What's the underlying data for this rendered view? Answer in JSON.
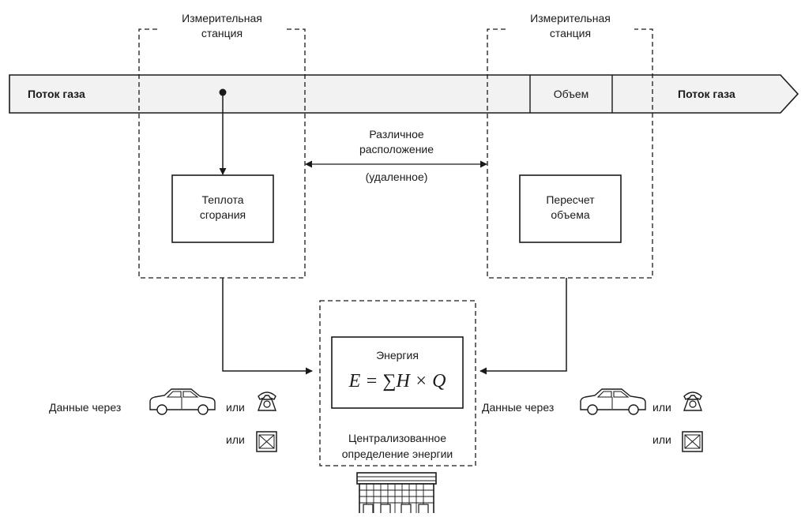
{
  "gas_pipe": {
    "label_left": "Поток газа",
    "label_right": "Поток газа",
    "volume_label": "Объем"
  },
  "station_left": {
    "title_line1": "Измерительная",
    "title_line2": "станция",
    "box_line1": "Теплота",
    "box_line2": "сгорания"
  },
  "station_right": {
    "title_line1": "Измерительная",
    "title_line2": "станция",
    "box_line1": "Пересчет",
    "box_line2": "объема"
  },
  "distance": {
    "line1": "Различное",
    "line2": "расположение",
    "line3": "(удаленное)"
  },
  "energy": {
    "title": "Энергия",
    "formula": "E = ∑H × Q",
    "caption_line1": "Централизованное",
    "caption_line2": "определение энергии"
  },
  "data_transfer": {
    "left_prefix": "Данные через",
    "right_prefix": "Данные через",
    "or": "или"
  },
  "icons": [
    "car-icon",
    "telephone-icon",
    "mail-icon",
    "building-icon"
  ]
}
